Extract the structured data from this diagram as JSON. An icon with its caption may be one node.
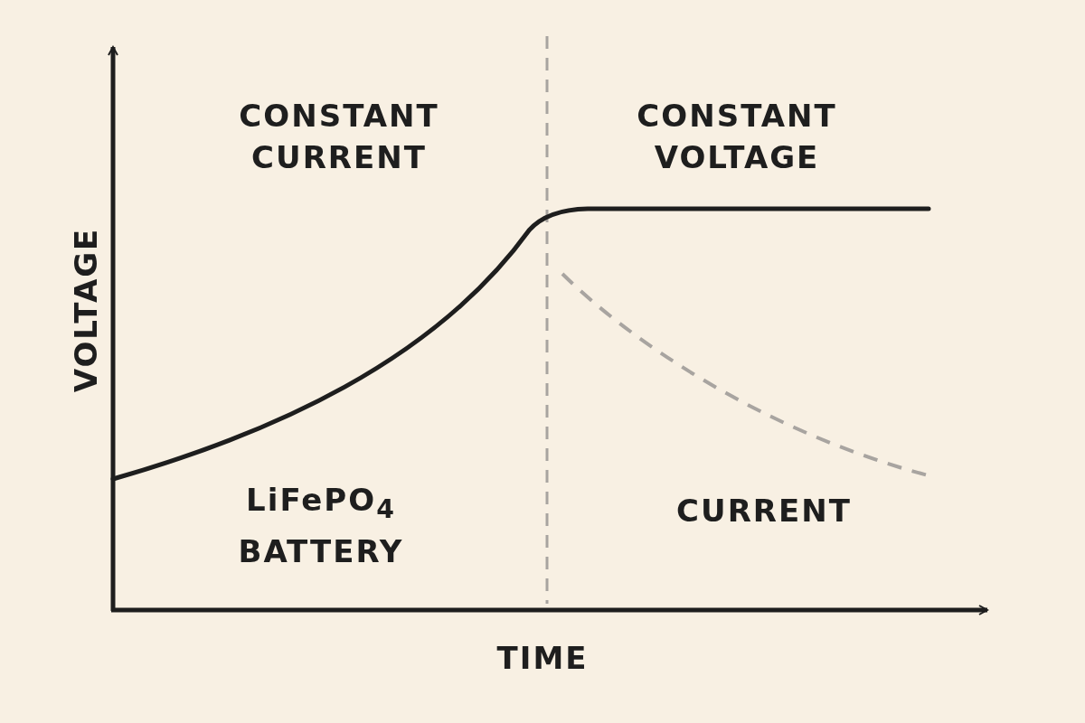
{
  "diagram": {
    "labels": [
      "CONSTANT CURRENT",
      "CONSTANT VOLTAGE",
      "VOLTAGE",
      "LiFePO$_{4}$ BATTERY",
      "CURRENT",
      "TIME"
    ]
  }
}
